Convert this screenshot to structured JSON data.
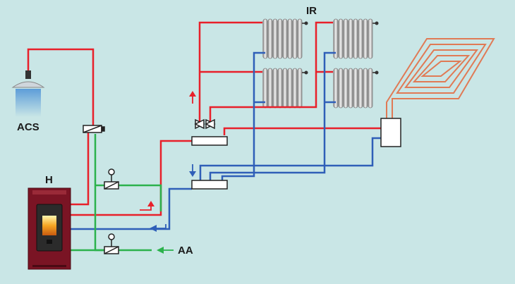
{
  "labels": {
    "hot_water": "ACS",
    "heater": "H",
    "radiators": "IR",
    "water_inlet": "AA"
  },
  "colors": {
    "background": "#c9e6e6",
    "hot_line": "#e8202a",
    "return_line": "#2f5fb8",
    "cold_line": "#2bb24c",
    "floor_coil": "#e07a55",
    "heater_body": "#7a1424",
    "radiator": "#d8d8d8"
  },
  "icons": [
    "shower-icon",
    "pellet-stove-icon",
    "radiator-icon",
    "floor-heating-coil-icon",
    "valve-icon",
    "manifold-icon",
    "control-box-icon",
    "flow-arrow-icon"
  ]
}
